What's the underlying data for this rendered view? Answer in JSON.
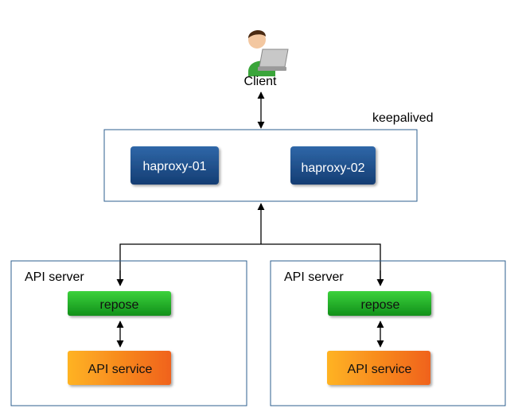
{
  "client": {
    "label": "Client",
    "icon": "user-laptop-icon"
  },
  "keepalived": {
    "label": "keepalived"
  },
  "haproxy": [
    {
      "label": "haproxy-01"
    },
    {
      "label": "haproxy-02"
    }
  ],
  "api_servers": [
    {
      "title": "API server",
      "repose": "repose",
      "service": "API service"
    },
    {
      "title": "API server",
      "repose": "repose",
      "service": "API service"
    }
  ],
  "colors": {
    "container_border": "#2e5f8f",
    "haproxy": "#1f4f8a",
    "repose": "#1aa51a",
    "api_service": "#f07a1a"
  }
}
